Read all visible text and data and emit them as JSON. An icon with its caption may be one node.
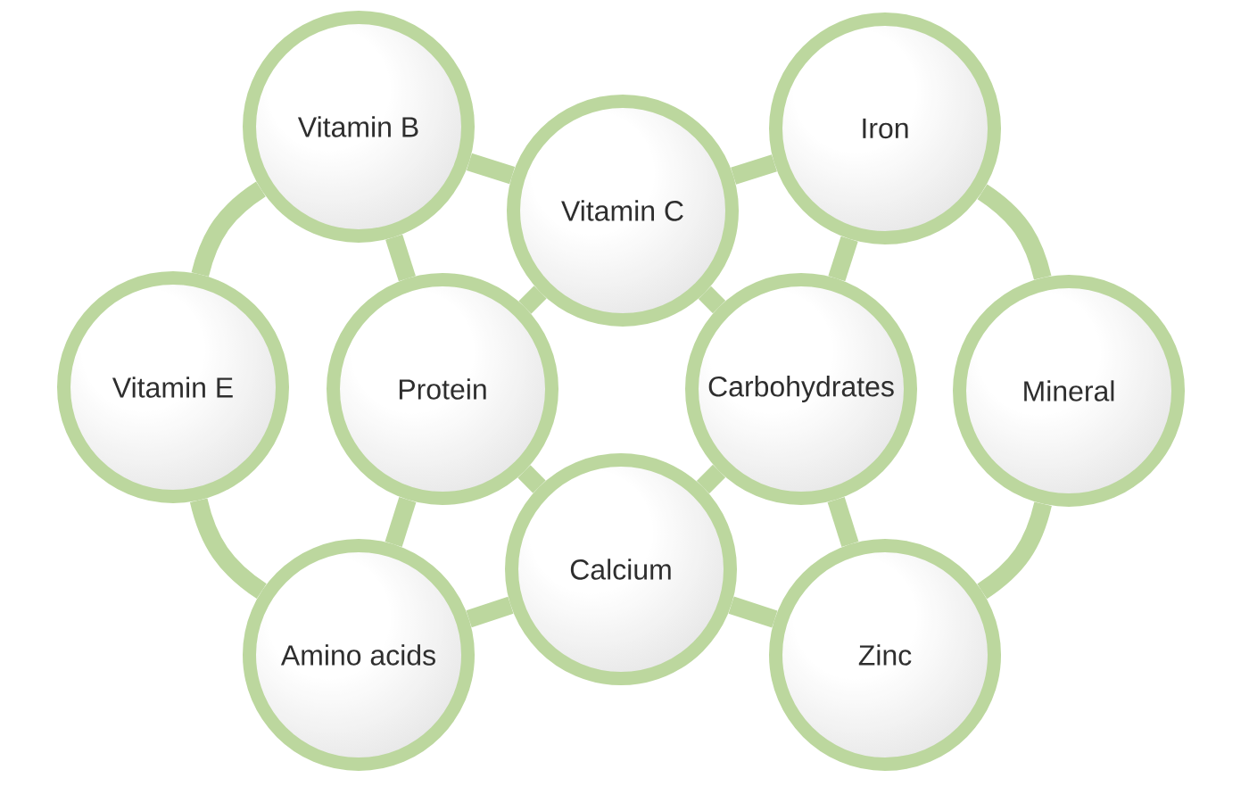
{
  "diagram": {
    "nodes": [
      {
        "text": [
          "Vitamin B"
        ]
      },
      {
        "text": [
          "Vitamin C"
        ]
      },
      {
        "text": [
          "Iron"
        ]
      },
      {
        "text": [
          "Vitamin E"
        ]
      },
      {
        "text": [
          "Protein"
        ]
      },
      {
        "text": [
          "Carbohydrates"
        ]
      },
      {
        "text": [
          "Mineral"
        ]
      },
      {
        "text": [
          "Calcium"
        ]
      },
      {
        "text": [
          "Amino acids"
        ]
      },
      {
        "text": [
          "Zinc"
        ]
      }
    ],
    "edges": [
      {
        "from": 0,
        "to": 3,
        "arrow": "none"
      },
      {
        "from": 0,
        "to": 1,
        "arrow": "none"
      },
      {
        "from": 0,
        "to": 4,
        "arrow": "none"
      },
      {
        "from": 1,
        "to": 2,
        "arrow": "none"
      },
      {
        "from": 1,
        "to": 4,
        "arrow": "none"
      },
      {
        "from": 1,
        "to": 5,
        "arrow": "none"
      },
      {
        "from": 2,
        "to": 5,
        "arrow": "none"
      },
      {
        "from": 2,
        "to": 6,
        "arrow": "none"
      },
      {
        "from": 3,
        "to": 8,
        "arrow": "none"
      },
      {
        "from": 4,
        "to": 8,
        "arrow": "none"
      },
      {
        "from": 4,
        "to": 7,
        "arrow": "none"
      },
      {
        "from": 5,
        "to": 7,
        "arrow": "none"
      },
      {
        "from": 5,
        "to": 9,
        "arrow": "none"
      },
      {
        "from": 7,
        "to": 8,
        "arrow": "none"
      },
      {
        "from": 7,
        "to": 9,
        "arrow": "none"
      },
      {
        "from": 6,
        "to": 9,
        "arrow": "none"
      }
    ]
  }
}
